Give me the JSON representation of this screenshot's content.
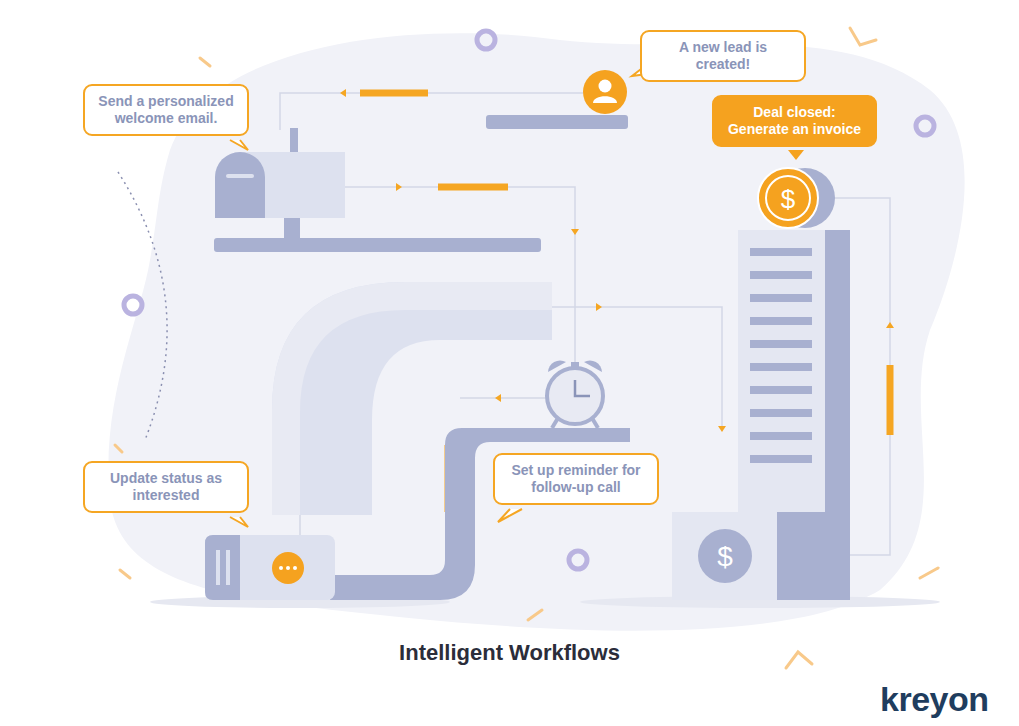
{
  "diagram": {
    "title": "Intelligent Workflows",
    "nodes": [
      {
        "text": [
          "A new lead is created!"
        ]
      },
      {
        "text": [
          "Send a personalized welcome email."
        ]
      },
      {
        "text": [
          "Deal closed: Generate an invoice"
        ]
      },
      {
        "text": [
          "Update status as interested"
        ]
      },
      {
        "text": [
          "Set up reminder for follow-up call"
        ]
      }
    ],
    "labels": [
      "kreyon"
    ]
  }
}
